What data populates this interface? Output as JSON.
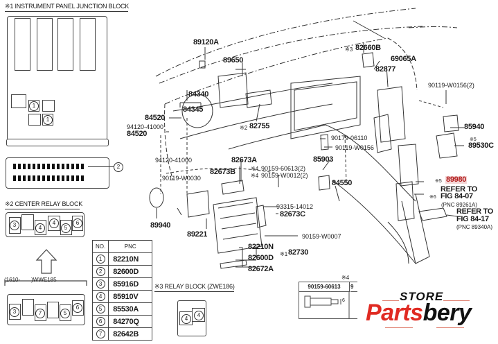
{
  "sections": {
    "instrument_panel_jb": {
      "title": "※1 INSTRUMENT PANEL JUNCTION BLOCK",
      "callouts": [
        "1",
        "2"
      ]
    },
    "center_relay_block": {
      "title": "※2 CENTER RELAY BLOCK",
      "callouts": [
        "3",
        "4",
        "4",
        "5",
        "6"
      ]
    },
    "variant": {
      "label": "(1610-　　)WWE185",
      "callouts": [
        "3",
        "7",
        "5",
        "6"
      ]
    },
    "relay_block_zwe186": {
      "title": "※3 RELAY BLOCK (ZWE186)",
      "callouts": [
        "4",
        "4"
      ]
    },
    "bolt_table": {
      "note": "※4",
      "headers": [
        "90159-60613",
        "9"
      ],
      "dim": "6"
    }
  },
  "pnc_table": {
    "headers": [
      "NO.",
      "PNC"
    ],
    "rows": [
      {
        "no": "1",
        "pnc": "82210N"
      },
      {
        "no": "2",
        "pnc": "82600D"
      },
      {
        "no": "3",
        "pnc": "85916D"
      },
      {
        "no": "4",
        "pnc": "85910V"
      },
      {
        "no": "5",
        "pnc": "85530A"
      },
      {
        "no": "6",
        "pnc": "84270Q"
      },
      {
        "no": "7",
        "pnc": "82642B"
      }
    ]
  },
  "part_labels": {
    "p89120A": "89120A",
    "p89650": "89650",
    "p84340": "84340",
    "p84345": "84345",
    "p84520a": "84520",
    "p94120a": "94120-41000",
    "p84520b": "84520",
    "p82755": "82755",
    "p82755_note": "※2",
    "p94120b": "94120-41000",
    "p90119a": "90119-W0030",
    "p82673A": "82673A",
    "p82673B": "82673B",
    "p90159a": "90159-60613(2)",
    "p90159b": "90159-W0012(2)",
    "p90159_note": "※4",
    "p89940": "89940",
    "p89221": "89221",
    "p93315": "93315-14012",
    "p82673C": "82673C",
    "p90159c": "90159-W0007",
    "p82210N": "82210N",
    "p82600D": "82600D",
    "p82672A": "82672A",
    "p82730": "82730",
    "p82730_note": "※1",
    "p82660B": "82660B",
    "p82660B_note": "※3",
    "p69065A": "69065A",
    "p82877": "82877",
    "p90119b": "90119-W0156(2)",
    "p90179": "90179-06110",
    "p90119c": "90119-W0156",
    "p85903": "85903",
    "p84550": "84550",
    "p85940": "85940",
    "p89530C": "89530C",
    "p89530C_note": "※5",
    "p89980": "89980",
    "p89980_note": "※5",
    "ref1_note": "※6",
    "ref1_a": "REFER TO",
    "ref1_b": "FIG 84-07",
    "ref1_c": "(PNC 89261A)",
    "ref2_a": "REFER TO",
    "ref2_b": "FIG 84-17",
    "ref2_c": "(PNC 89340A)"
  },
  "logo": {
    "store": "STORE",
    "part1": "Parts",
    "part2": "bery",
    "accent": "#e02a22"
  }
}
